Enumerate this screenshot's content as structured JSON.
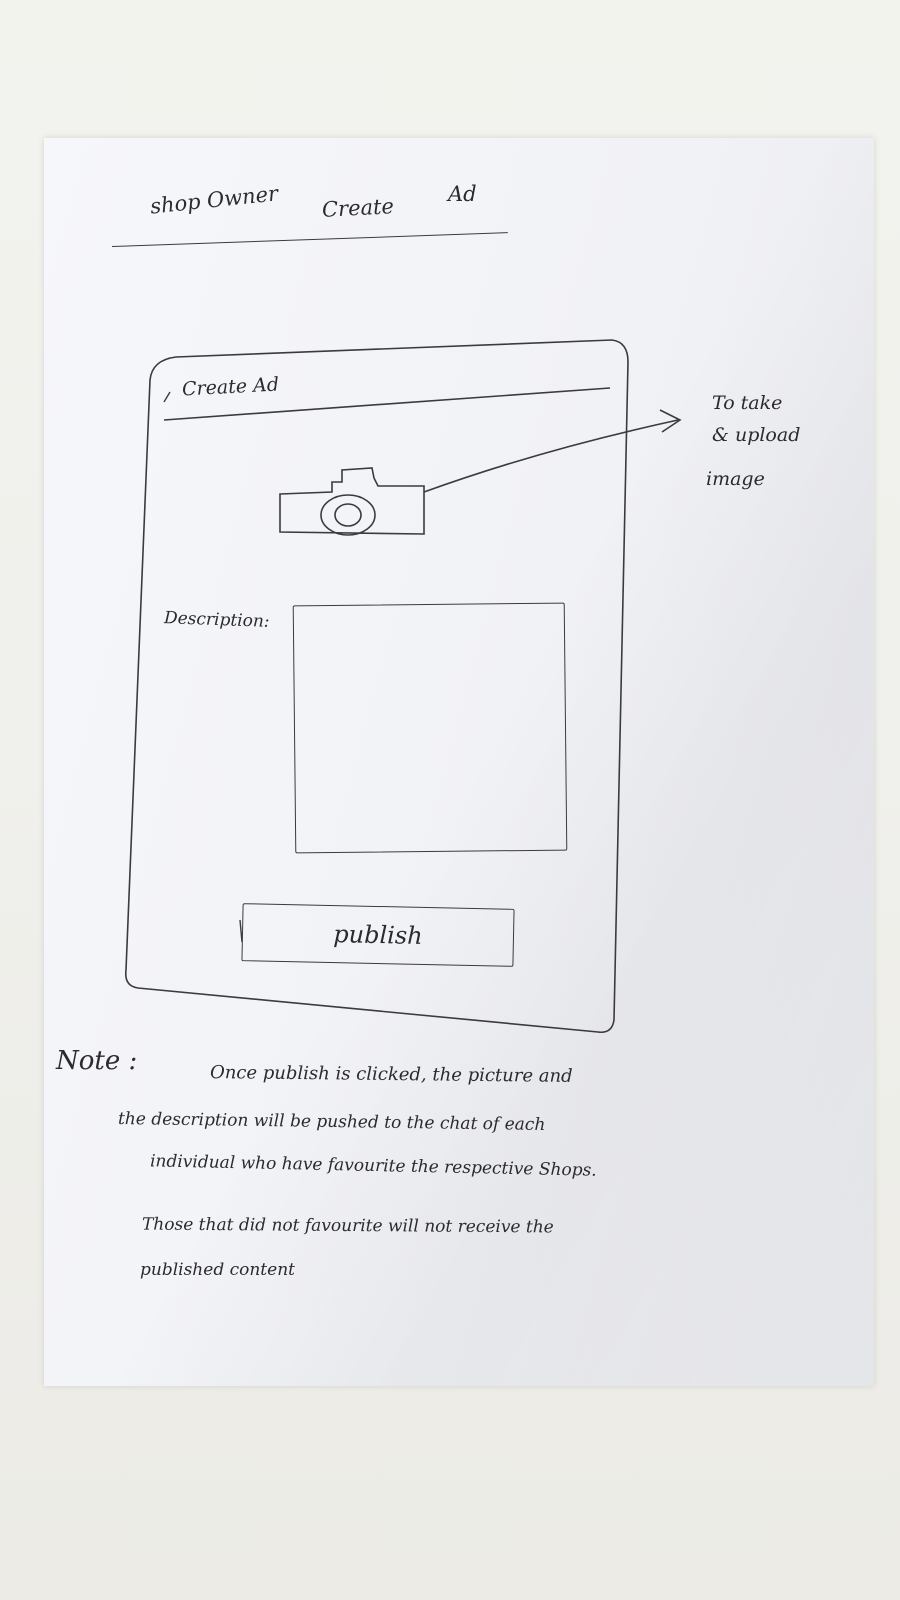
{
  "header": {
    "left": "shop Owner",
    "right_word1": "Create",
    "right_word2": "Ad"
  },
  "phone": {
    "title": "Create Ad",
    "camera_icon": "camera-icon",
    "description_label": "Description:",
    "description_value": "",
    "publish_label": "publish"
  },
  "annotation": {
    "line1": "To take",
    "line2": "& upload",
    "line3": "image"
  },
  "note": {
    "label": "Note :",
    "line1": "Once    publish    is    clicked,   the picture  and",
    "line2": "the  description  will  be   pushed   to    the   chat   of  each",
    "line3": "individual   who   have   favourite   the   respective  Shops.",
    "line4": "Those   that   did  not   favourite   will   not   receive   the",
    "line5": "published   content"
  },
  "colors": {
    "ink": "#2b2b2e",
    "paper": "#f3f4f8"
  }
}
